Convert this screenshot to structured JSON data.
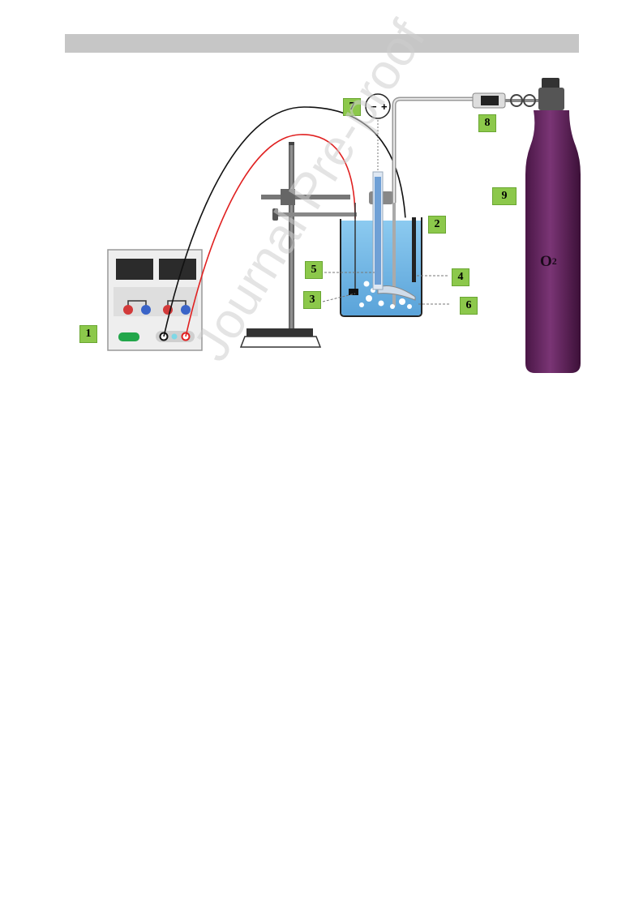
{
  "figure": {
    "labels": {
      "l1": "1",
      "l2": "2",
      "l3": "3",
      "l4": "4",
      "l5": "5",
      "l6": "6",
      "l7": "7",
      "l8": "8",
      "l9": "9"
    },
    "cylinder_text": "O",
    "cylinder_sub": "2",
    "meter_minus": "−",
    "meter_plus": "+"
  },
  "watermark": "Journal Pre-proof",
  "colors": {
    "label_green": "#8cc84b",
    "cylinder_purple": "#6b2a66",
    "solution_blue": "#6fb3e6",
    "wire_red": "#e02020",
    "wire_black": "#111111"
  }
}
